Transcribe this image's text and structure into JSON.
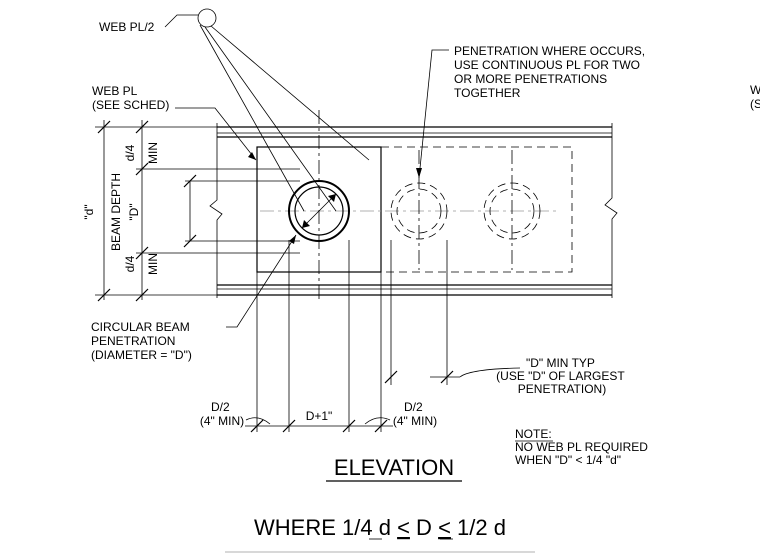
{
  "labels": {
    "web_pl_half": "WEB PL/2",
    "web_pl": [
      "WEB PL",
      "(SEE SCHED)"
    ],
    "penetration_note": [
      "PENETRATION WHERE OCCURS,",
      "USE CONTINUOUS PL FOR TWO",
      "OR MORE PENETRATIONS",
      "TOGETHER"
    ],
    "right_cut": [
      "W",
      "(S"
    ],
    "beam_depth": "BEAM DEPTH",
    "d_quote": "\"d\"",
    "d4_top": "d/4",
    "min_top": "MIN",
    "D_quote": "\"D\"",
    "d4_bottom": "d/4",
    "min_bottom": "MIN",
    "circular": [
      "CIRCULAR BEAM",
      "PENETRATION",
      "(DIAMETER = \"D\")"
    ],
    "d_min_typ": [
      "\"D\" MIN TYP",
      "(USE \"D\" OF LARGEST",
      "PENETRATION)"
    ],
    "d2_left": [
      "D/2",
      "(4\" MIN)"
    ],
    "d_plus_1": "D+1\"",
    "d2_right": [
      "D/2",
      "(4\" MIN)"
    ],
    "note": [
      "NOTE:",
      "NO WEB PL REQUIRED",
      "WHEN \"D\" < 1/4 \"d\""
    ],
    "elevation_title": "ELEVATION",
    "condition": {
      "prefix": "WHERE 1/4 d ",
      "le1": "<",
      "mid": " D ",
      "le2": "<",
      "suffix": " 1/2 d"
    }
  }
}
